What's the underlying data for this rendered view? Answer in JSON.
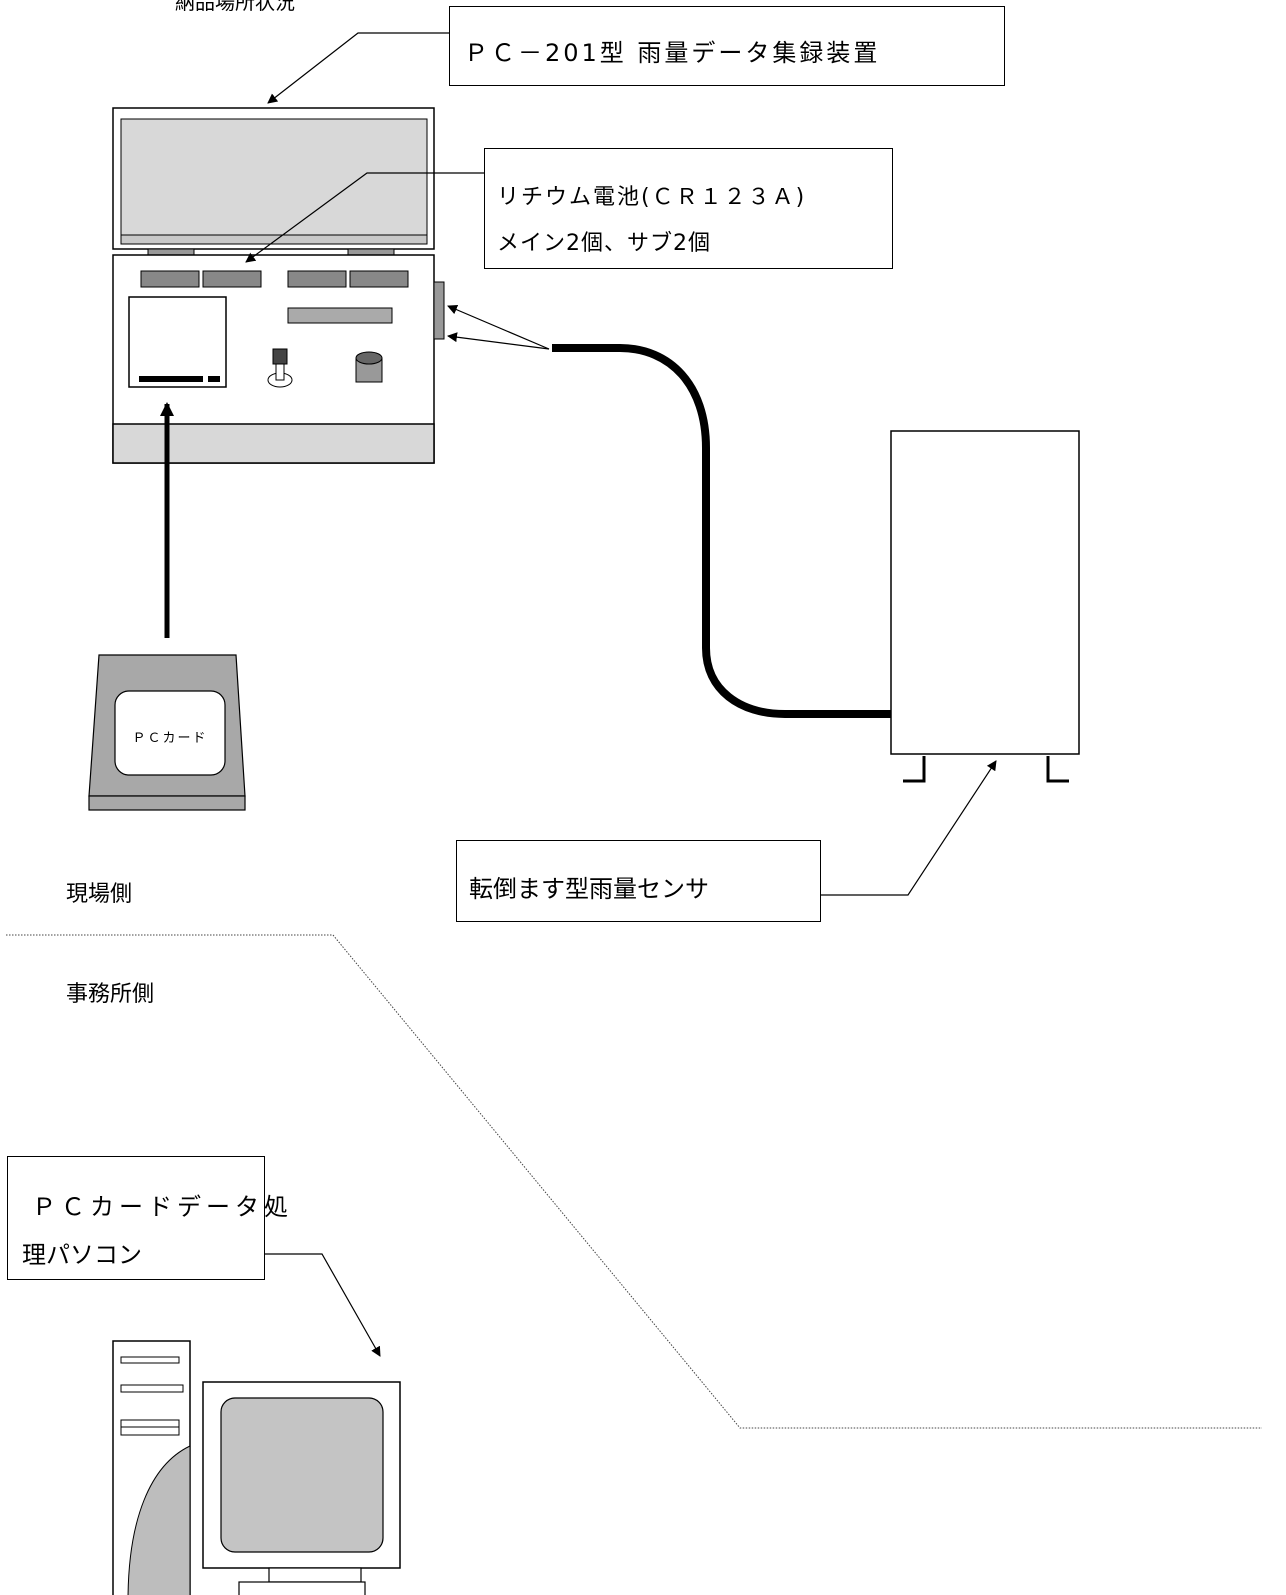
{
  "top_cut_text": "納品場所状況",
  "device_label": "ＰＣ－201型 雨量データ集録装置",
  "battery_label": {
    "line1": "リチウム電池(ＣＲ１２３Ａ)",
    "line2": "メイン2個、サブ2個"
  },
  "card_label": "ＰＣカード",
  "sensor_label": "転倒ます型雨量センサ",
  "site_side_label": "現場側",
  "office_side_label": "事務所側",
  "pc_label": {
    "line1": "ＰＣカードデータ処",
    "line2": "理パソコン"
  }
}
